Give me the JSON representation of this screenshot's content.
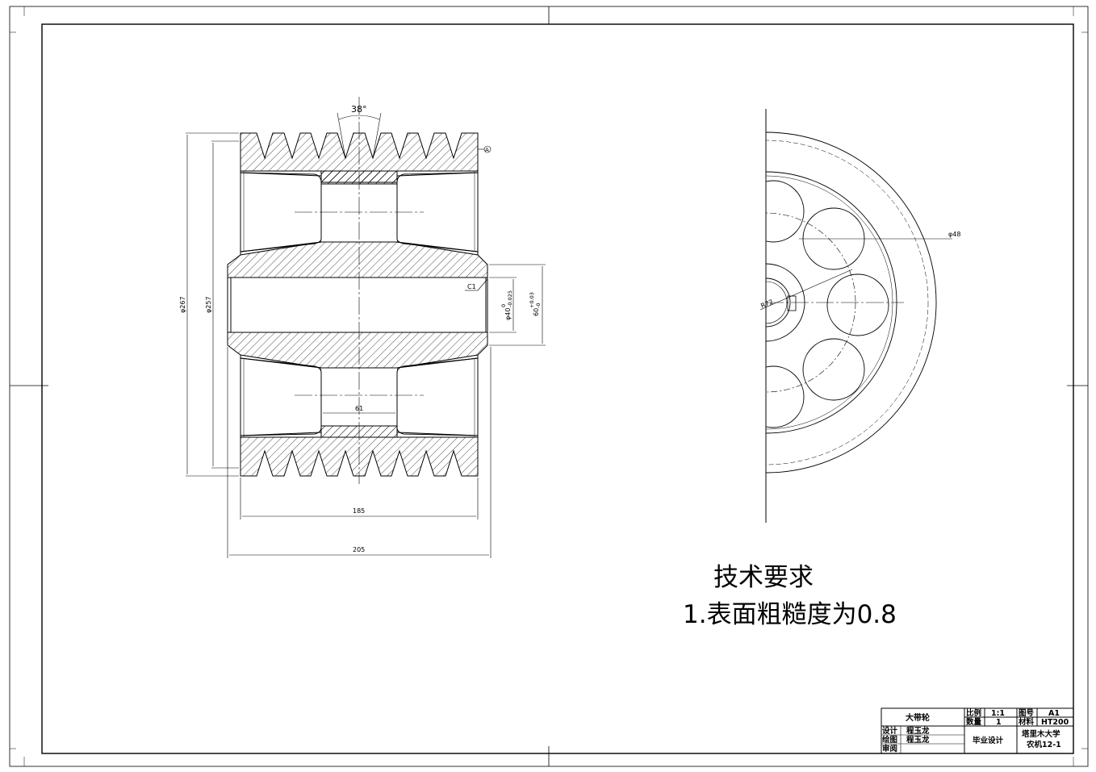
{
  "drawing": {
    "angle_label": "38°",
    "datum_label": "A",
    "chamfer_label": "C1",
    "dia_outer": "φ267",
    "dia_pitch": "φ257",
    "bore_dia": "φ40",
    "bore_tol_upper": "0",
    "bore_tol_lower": "-0.025",
    "hub_dia": "60",
    "hub_tol_upper": "+0.03",
    "hub_tol_lower": "-0",
    "web_width": "61",
    "width_inner": "185",
    "width_outer": "205",
    "hole_dia": "φ48",
    "radius_label": "R72"
  },
  "requirements": {
    "title": "技术要求",
    "item1": "1.表面粗糙度为0.8"
  },
  "title_block": {
    "part_name": "大带轮",
    "scale_label": "比例",
    "scale_value": "1:1",
    "drawing_no_label": "图号",
    "drawing_no_value": "A1",
    "quantity_label": "数量",
    "quantity_value": "1",
    "material_label": "材料",
    "material_value": "HT200",
    "designed_label": "设计",
    "designed_by": "程玉龙",
    "drawn_label": "绘图",
    "drawn_by": "程玉龙",
    "review_label": "审阅",
    "project": "毕业设计",
    "school": "塔里木大学",
    "class_name": "农机12-1"
  }
}
